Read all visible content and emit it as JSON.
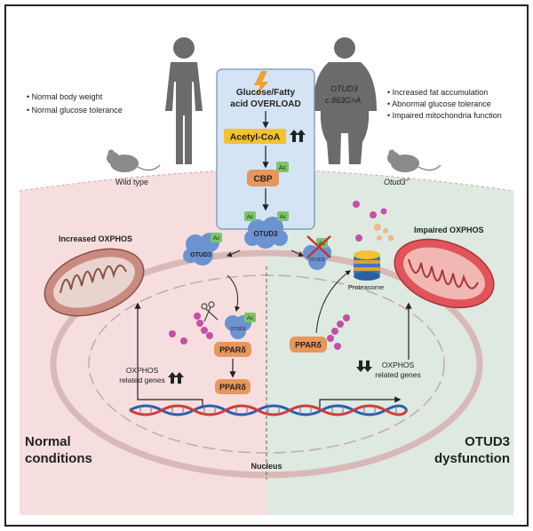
{
  "left_bullets": [
    "Normal body weight",
    "Normal glucose tolerance"
  ],
  "right_bullets": [
    "Increased fat accumulation",
    "Abnormal glucose tolerance",
    "Impaired mitochondria function"
  ],
  "mutation": {
    "gene": "OTUD3",
    "variant": "c.863G>A"
  },
  "mouse_labels": {
    "left": "Wild type",
    "right": "Otud3"
  },
  "mouse_sup": "-/-",
  "overload": {
    "line1": "Glucose/Fatty",
    "line2": "acid OVERLOAD"
  },
  "acetyl_coa": "Acetyl-CoA",
  "cbp": "CBP",
  "ac": "Ac",
  "otud3": "OTUD3",
  "otud3_small": "OTUD3",
  "pparD": "PPARδ",
  "oxphos": {
    "increased": "Increased OXPHOS",
    "impaired": "Impaired OXPHOS",
    "genes_line1": "OXPHOS",
    "genes_line2": "related genes"
  },
  "proteasome": "Proteasome",
  "nucleus": "Nucleus",
  "conditions": {
    "normal_line1": "Normal",
    "normal_line2": "conditions",
    "dys_line1": "OTUD3",
    "dys_line2": "dysfunction"
  },
  "colors": {
    "left_bg": "#f6dede",
    "right_bg": "#dde9e1",
    "box_fill": "#d5e4f4",
    "box_stroke": "#6f8fb8",
    "acetyl": "#f2c230",
    "protein": "#e8965c",
    "otud3_blob": "#6b93d0",
    "ac_tag": "#7ec46a",
    "ub": "#c54fa7",
    "mito_left": "#c98a80",
    "mito_right": "#e0545a"
  }
}
